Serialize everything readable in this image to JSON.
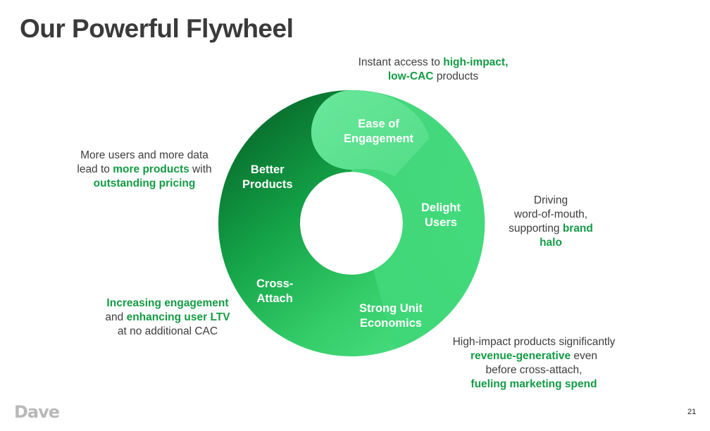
{
  "title": "Our Powerful Flywheel",
  "segments": [
    {
      "label_line1": "Ease of",
      "label_line2": "Engagement"
    },
    {
      "label_line1": "Delight",
      "label_line2": "Users"
    },
    {
      "label_line1": "Strong Unit",
      "label_line2": "Economics"
    },
    {
      "label_line1": "Cross-",
      "label_line2": "Attach"
    },
    {
      "label_line1": "Better",
      "label_line2": "Products"
    }
  ],
  "callouts": {
    "top": {
      "t1": "Instant access to ",
      "h1": "high-impact,",
      "h2": "low-CAC",
      "t2": " products"
    },
    "left": {
      "l1": "More users and more data",
      "t1": "lead to ",
      "h1": "more products",
      "t2": " with",
      "h2": "outstanding pricing"
    },
    "right": {
      "l1": "Driving",
      "l2": "word-of-mouth,",
      "t1": "supporting ",
      "h1": "brand",
      "h2": "halo"
    },
    "bottom_left": {
      "h1": "Increasing engagement",
      "t1": "and ",
      "h2": "enhancing user LTV",
      "l3": "at no additional CAC"
    },
    "bottom_right": {
      "l1": "High-impact products significantly",
      "h1": "revenue-generative",
      "t1": " even",
      "l3": "before cross-attach,",
      "h2": "fueling marketing spend"
    }
  },
  "logo": "Dave",
  "page_number": "21",
  "colors": {
    "highlight": "#139b44",
    "wheel_light": "#45dd7d",
    "wheel_dark": "#0a7a30",
    "engagement_blob": "#5ee28e"
  }
}
